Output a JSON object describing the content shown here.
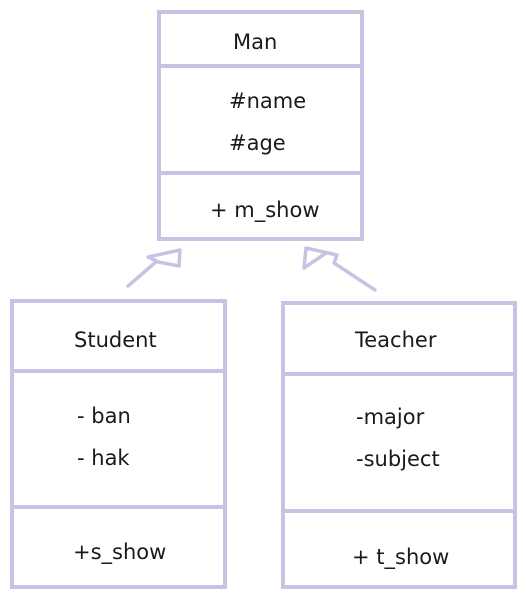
{
  "classes": {
    "man": {
      "name": "Man",
      "attributes": [
        "#name",
        "#age"
      ],
      "methods": [
        "+ m_show"
      ]
    },
    "student": {
      "name": "Student",
      "attributes": [
        "- ban",
        "- hak"
      ],
      "methods": [
        "+s_show"
      ]
    },
    "teacher": {
      "name": "Teacher",
      "attributes": [
        "-major",
        "-subject"
      ],
      "methods": [
        "+ t_show"
      ]
    }
  },
  "colors": {
    "border": "#c9c3e3",
    "text": "#1a1a1a"
  }
}
